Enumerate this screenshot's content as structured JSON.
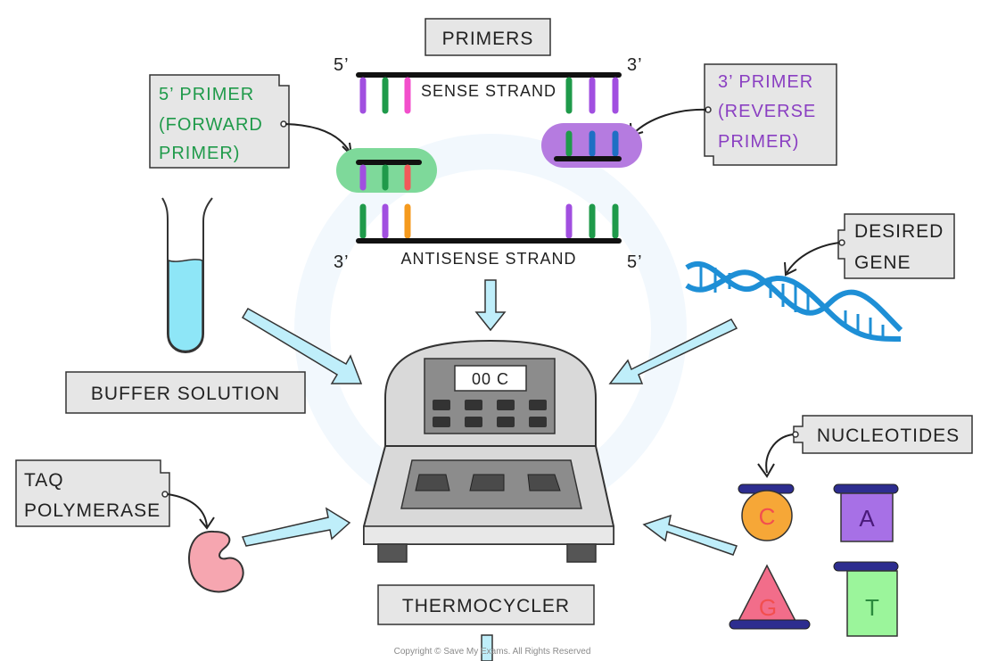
{
  "labels": {
    "primers": "PRIMERS",
    "five_prime_primer_line1": "5’ PRIMER",
    "five_prime_primer_line2": "(FORWARD",
    "five_prime_primer_line3": "PRIMER)",
    "three_prime_primer_line1": "3’ PRIMER",
    "three_prime_primer_line2": "(REVERSE",
    "three_prime_primer_line3": "PRIMER)",
    "sense_strand": "SENSE STRAND",
    "antisense_strand": "ANTISENSE STRAND",
    "sense_5": "5’",
    "sense_3": "3’",
    "antisense_3": "3’",
    "antisense_5": "5’",
    "desired_gene_line1": "DESIRED",
    "desired_gene_line2": "GENE",
    "buffer_solution": "BUFFER SOLUTION",
    "taq_line1": "TAQ",
    "taq_line2": "POLYMERASE",
    "nucleotides": "NUCLEOTIDES",
    "thermocycler": "THERMOCYCLER",
    "display": "00 C",
    "copyright": "Copyright © Save My Exams. All Rights Reserved"
  },
  "nucleotides": {
    "c": "C",
    "a": "A",
    "g": "G",
    "t": "T"
  },
  "colors": {
    "forward_primer_text": "#1f9a4a",
    "reverse_primer_text": "#8a3fc2",
    "forward_primer_blob": "#7ed99a",
    "reverse_primer_blob": "#b57be0",
    "arrow_fill": "#bfeefa",
    "buffer_liquid": "#8ee6f7",
    "dna_helix": "#1e8fd6",
    "taq_fill": "#f6a6b0",
    "nucleotide_c": "#f6a737",
    "nucleotide_a": "#a770e6",
    "nucleotide_g": "#f26d8a",
    "nucleotide_t": "#9bf59b"
  },
  "icons": {
    "test_tube": "test-tube-icon",
    "dna_helix": "dna-helix-icon",
    "enzyme": "enzyme-icon",
    "thermocycler": "thermocycler-icon"
  }
}
